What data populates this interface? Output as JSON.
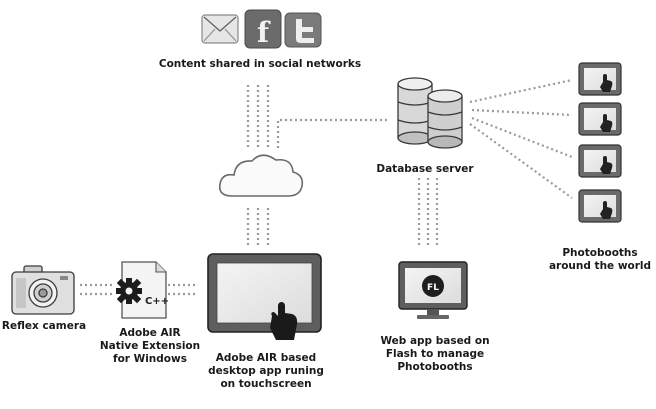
{
  "labels": {
    "social": "Content shared in social networks",
    "database": "Database server",
    "photobooths": "Photobooths\naround the world",
    "camera": "Reflex camera",
    "extension": "Adobe AIR\nNative Extension\nfor Windows",
    "desktop_app": "Adobe AIR based\ndesktop app runing\non touchscreen",
    "web_app": "Web app based on\nFlash to manage\nPhotobooths"
  },
  "icons": {
    "facebook_glyph": "f",
    "flash_glyph": "FL",
    "cpp_glyph": "C++"
  }
}
